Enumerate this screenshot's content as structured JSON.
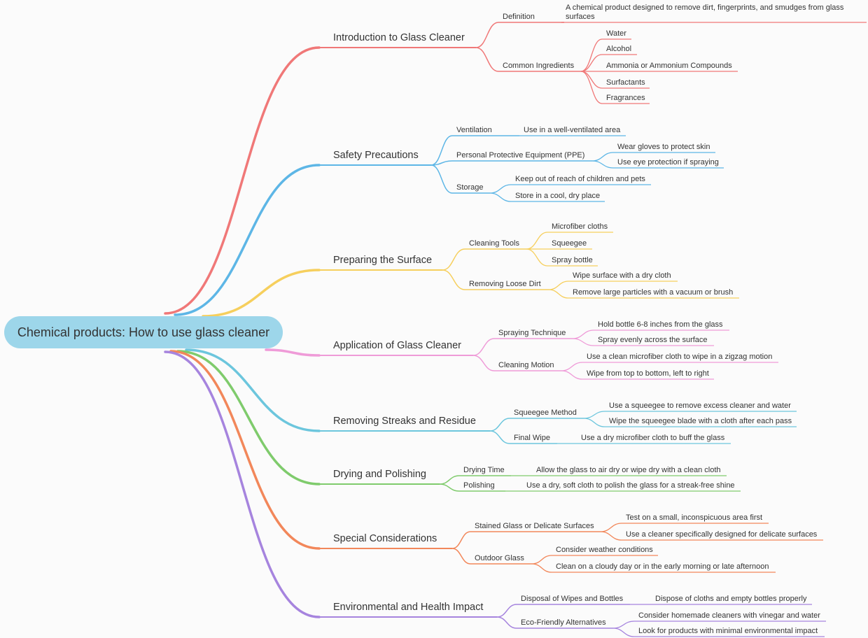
{
  "root": {
    "label": "Chemical products: How to use glass cleaner"
  },
  "topics": [
    {
      "label": "Introduction to Glass Cleaner",
      "color": "#f07878",
      "children": [
        {
          "label": "Definition",
          "children": [
            {
              "label": "A chemical product designed to remove dirt, fingerprints, and smudges from glass",
              "label2": "surfaces"
            }
          ]
        },
        {
          "label": "Common Ingredients",
          "children": [
            {
              "label": "Water"
            },
            {
              "label": "Alcohol"
            },
            {
              "label": "Ammonia or Ammonium Compounds"
            },
            {
              "label": "Surfactants"
            },
            {
              "label": "Fragrances"
            }
          ]
        }
      ]
    },
    {
      "label": "Safety Precautions",
      "color": "#5db6e6",
      "children": [
        {
          "label": "Ventilation",
          "children": [
            {
              "label": "Use in a well-ventilated area"
            }
          ]
        },
        {
          "label": "Personal Protective Equipment (PPE)",
          "children": [
            {
              "label": "Wear gloves to protect skin"
            },
            {
              "label": "Use eye protection if spraying"
            }
          ]
        },
        {
          "label": "Storage",
          "children": [
            {
              "label": "Keep out of reach of children and pets"
            },
            {
              "label": "Store in a cool, dry place"
            }
          ]
        }
      ]
    },
    {
      "label": "Preparing the Surface",
      "color": "#f6cf5d",
      "children": [
        {
          "label": "Cleaning Tools",
          "children": [
            {
              "label": "Microfiber cloths"
            },
            {
              "label": "Squeegee"
            },
            {
              "label": "Spray bottle"
            }
          ]
        },
        {
          "label": "Removing Loose Dirt",
          "children": [
            {
              "label": "Wipe surface with a dry cloth"
            },
            {
              "label": "Remove large particles with a vacuum or brush"
            }
          ]
        }
      ]
    },
    {
      "label": "Application of Glass Cleaner",
      "color": "#ef9bd8",
      "children": [
        {
          "label": "Spraying Technique",
          "children": [
            {
              "label": "Hold bottle 6-8 inches from the glass"
            },
            {
              "label": "Spray evenly across the surface"
            }
          ]
        },
        {
          "label": "Cleaning Motion",
          "children": [
            {
              "label": "Use a clean microfiber cloth to wipe in a zigzag motion"
            },
            {
              "label": "Wipe from top to bottom, left to right"
            }
          ]
        }
      ]
    },
    {
      "label": "Removing Streaks and Residue",
      "color": "#6cc6dd",
      "children": [
        {
          "label": "Squeegee Method",
          "children": [
            {
              "label": "Use a squeegee to remove excess cleaner and water"
            },
            {
              "label": "Wipe the squeegee blade with a cloth after each pass"
            }
          ]
        },
        {
          "label": "Final Wipe",
          "children": [
            {
              "label": "Use a dry microfiber cloth to buff the glass"
            }
          ]
        }
      ]
    },
    {
      "label": "Drying and Polishing",
      "color": "#7fcb6c",
      "children": [
        {
          "label": "Drying Time",
          "children": [
            {
              "label": "Allow the glass to air dry or wipe dry with a clean cloth"
            }
          ]
        },
        {
          "label": "Polishing",
          "children": [
            {
              "label": "Use a dry, soft cloth to polish the glass for a streak-free shine"
            }
          ]
        }
      ]
    },
    {
      "label": "Special Considerations",
      "color": "#f2875a",
      "children": [
        {
          "label": "Stained Glass or Delicate Surfaces",
          "children": [
            {
              "label": "Test on a small, inconspicuous area first"
            },
            {
              "label": "Use a cleaner specifically designed for delicate surfaces"
            }
          ]
        },
        {
          "label": "Outdoor Glass",
          "children": [
            {
              "label": "Consider weather conditions"
            },
            {
              "label": "Clean on a cloudy day or in the early morning or late afternoon"
            }
          ]
        }
      ]
    },
    {
      "label": "Environmental and Health Impact",
      "color": "#a684de",
      "children": [
        {
          "label": "Disposal of Wipes and Bottles",
          "children": [
            {
              "label": "Dispose of cloths and empty bottles properly"
            }
          ]
        },
        {
          "label": "Eco-Friendly Alternatives",
          "children": [
            {
              "label": "Consider homemade cleaners with vinegar and water"
            },
            {
              "label": "Look for products with minimal environmental impact"
            }
          ]
        }
      ]
    }
  ]
}
